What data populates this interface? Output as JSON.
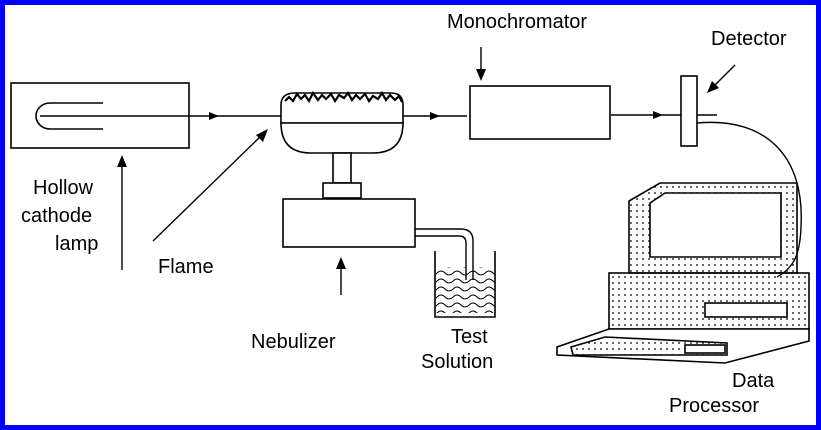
{
  "labels": {
    "monochromator": "Monochromator",
    "detector": "Detector",
    "hollow": "Hollow",
    "cathode": "cathode",
    "lamp": "lamp",
    "flame": "Flame",
    "nebulizer": "Nebulizer",
    "test": "Test",
    "solution": "Solution",
    "data": "Data",
    "processor": "Processor"
  },
  "colors": {
    "border": "#0000ff",
    "ink": "#000000",
    "background": "#ffffff"
  }
}
